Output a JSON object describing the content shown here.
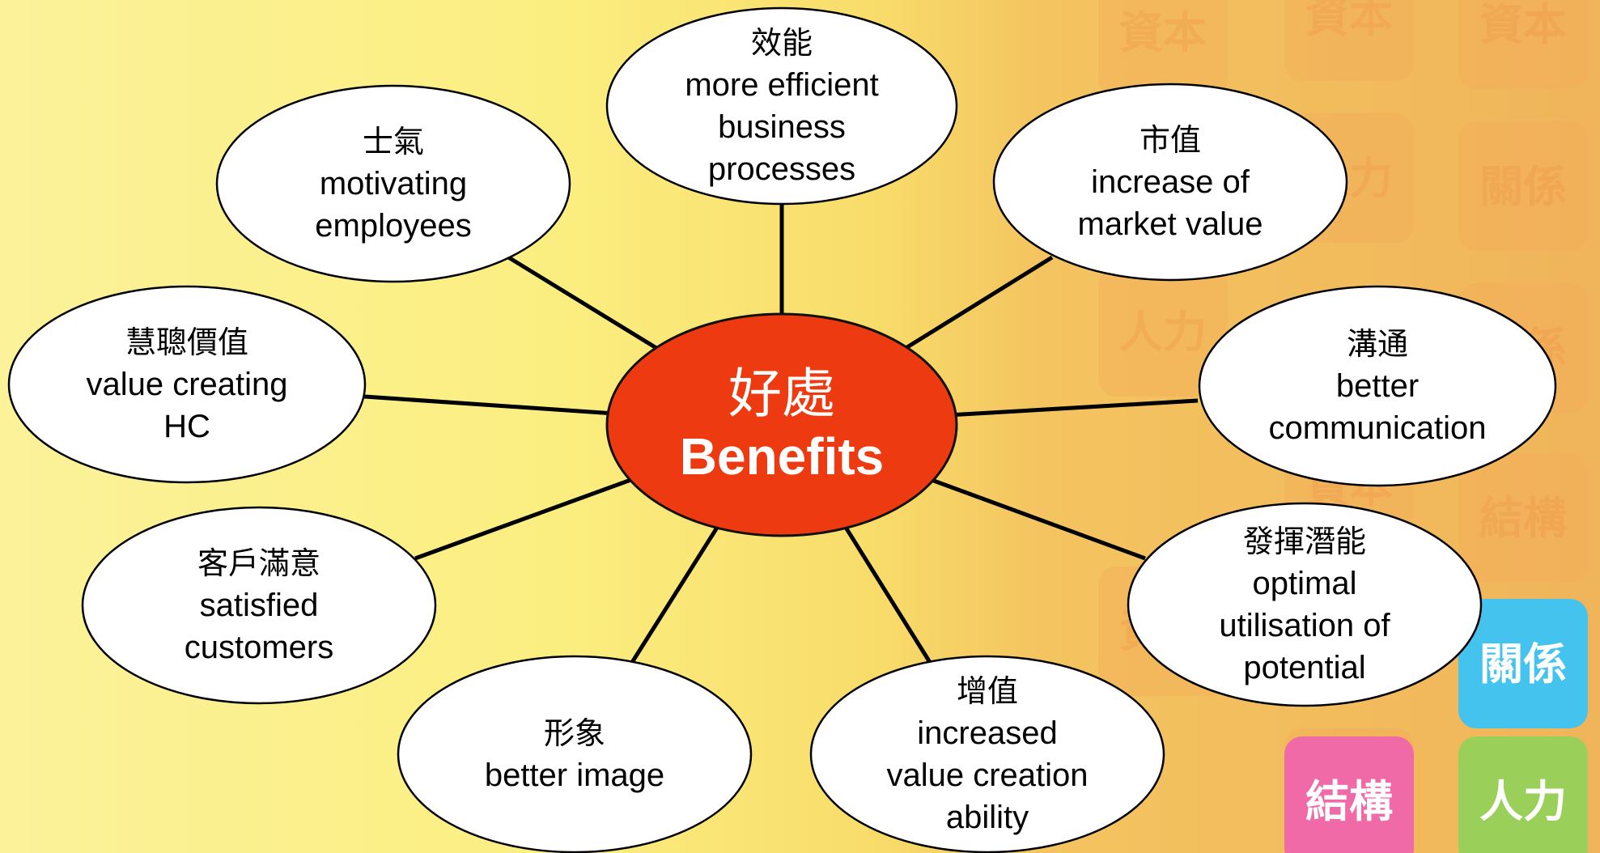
{
  "center": {
    "zh": "好處",
    "en": "Benefits"
  },
  "nodes": [
    {
      "id": "efficiency",
      "zh": "效能",
      "en": "more efficient\nbusiness\nprocesses"
    },
    {
      "id": "morale",
      "zh": "士氣",
      "en": "motivating\nemployees"
    },
    {
      "id": "market-value",
      "zh": "市值",
      "en": "increase of\nmarket value"
    },
    {
      "id": "hc-value",
      "zh": "慧聰價值",
      "en": "value creating\nHC"
    },
    {
      "id": "communication",
      "zh": "溝通",
      "en": "better\ncommunication"
    },
    {
      "id": "satisfaction",
      "zh": "客戶滿意",
      "en": "satisfied\ncustomers"
    },
    {
      "id": "potential",
      "zh": "發揮潛能",
      "en": "optimal\nutilisation of\npotential"
    },
    {
      "id": "image",
      "zh": "形象",
      "en": "better image"
    },
    {
      "id": "value-added",
      "zh": "增值",
      "en": "increased\nvalue creation\nability"
    }
  ],
  "background_tiles": [
    "資本",
    "資本",
    "資本",
    "人力",
    "關係",
    "人力",
    "關係",
    "資本",
    "結構",
    "資本",
    "人力",
    "資本",
    "關係",
    "結構",
    "人力"
  ],
  "colors": {
    "center_fill": "#ee3a10",
    "center_text": "#ffffff",
    "node_fill": "#ffffff",
    "connector": "#000000",
    "background_yellow": "#fbee80",
    "background_orange": "#f0b45a"
  }
}
